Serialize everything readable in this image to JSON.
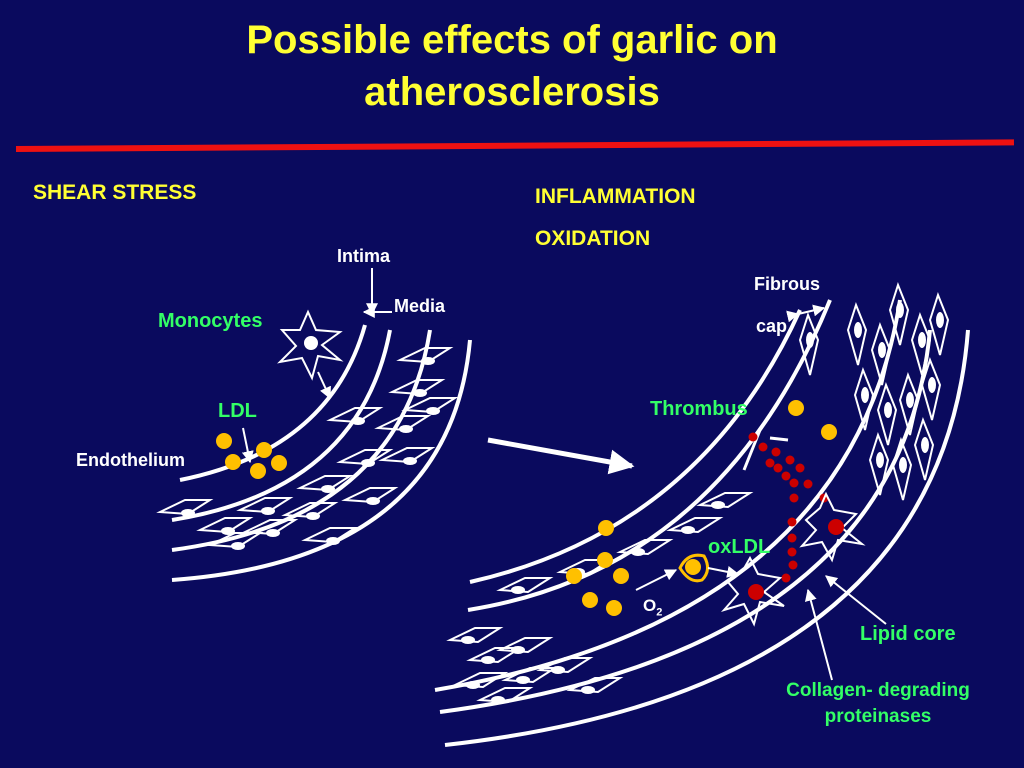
{
  "title": {
    "line1": "Possible effects of garlic on",
    "line2": "atherosclerosis"
  },
  "headings": {
    "shear_stress": "SHEAR STRESS",
    "inflammation": "INFLAMMATION",
    "oxidation": "OXIDATION"
  },
  "left_panel": {
    "intima": "Intima",
    "media": "Media",
    "monocytes": "Monocytes",
    "ldl": "LDL",
    "endothelium": "Endothelium"
  },
  "right_panel": {
    "fibrous": "Fibrous",
    "cap": "cap",
    "thrombus": "Thrombus",
    "oxldl": "oxLDL",
    "o2_base": "O",
    "o2_sub": "2",
    "lipid_core": "Lipid core",
    "collagen_line1": "Collagen- degrading",
    "collagen_line2": "proteinases"
  },
  "colors": {
    "background": "#0a0a5e",
    "title": "#ffff33",
    "rule": "#ee1111",
    "label_green": "#33ff66",
    "ldl_particle": "#ffc000",
    "thrombus_dot": "#cc0000"
  }
}
